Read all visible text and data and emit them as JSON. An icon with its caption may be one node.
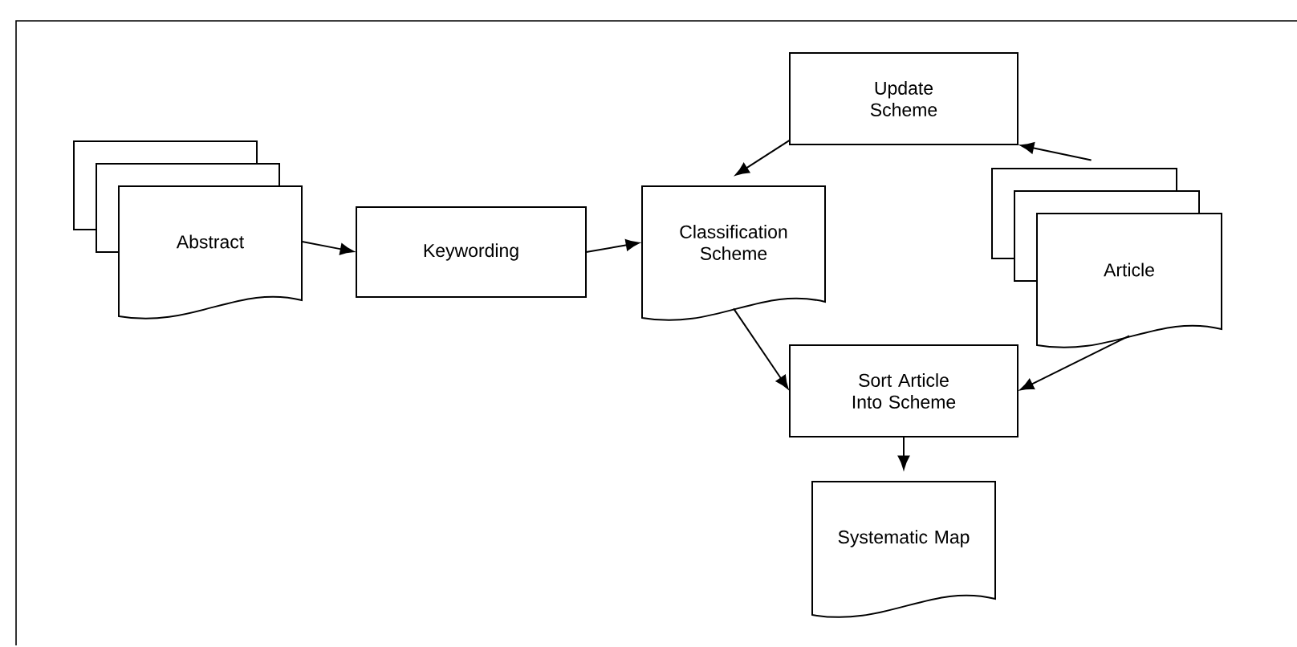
{
  "diagram": {
    "nodes": [
      {
        "text": [
          "Abstract"
        ]
      },
      {
        "text": [
          "Keywording"
        ]
      },
      {
        "text": [
          "Classification Scheme"
        ]
      },
      {
        "text": [
          "Update Scheme"
        ]
      },
      {
        "text": [
          "Article"
        ]
      },
      {
        "text": [
          "Sort Article Into Scheme"
        ]
      },
      {
        "text": [
          "Systematic Map"
        ]
      }
    ],
    "edges": [
      {
        "from": 0,
        "to": 1,
        "arrow": "to"
      },
      {
        "from": 1,
        "to": 2,
        "arrow": "to"
      },
      {
        "from": 3,
        "to": 2,
        "arrow": "to"
      },
      {
        "from": 4,
        "to": 3,
        "arrow": "to"
      },
      {
        "from": 2,
        "to": 5,
        "arrow": "to"
      },
      {
        "from": 4,
        "to": 5,
        "arrow": "to"
      },
      {
        "from": 5,
        "to": 6,
        "arrow": "to"
      }
    ]
  }
}
